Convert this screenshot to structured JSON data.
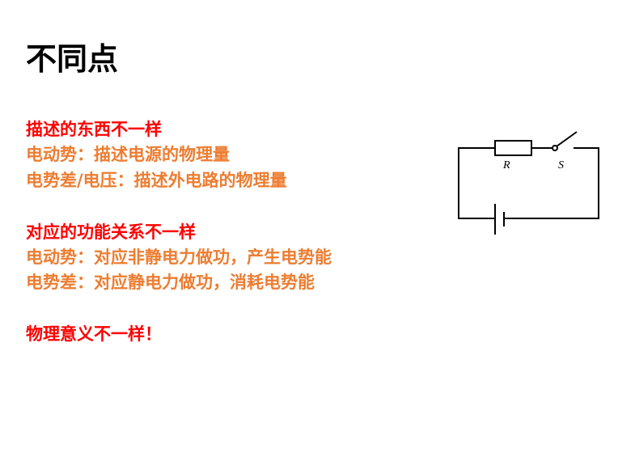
{
  "title": "不同点",
  "sections": [
    {
      "heading": "描述的东西不一样",
      "lines": [
        "电动势：描述电源的物理量",
        "电势差/电压：描述外电路的物理量"
      ]
    },
    {
      "heading": "对应的功能关系不一样",
      "lines": [
        "电动势：对应非静电力做功，产生电势能",
        "电势差：对应静电力做功，消耗电势能"
      ]
    },
    {
      "heading": "物理意义不一样！",
      "lines": []
    }
  ],
  "circuit": {
    "resistor_label": "R",
    "switch_label": "S"
  },
  "colors": {
    "heading": "#ff0000",
    "body": "#ed7d31"
  }
}
